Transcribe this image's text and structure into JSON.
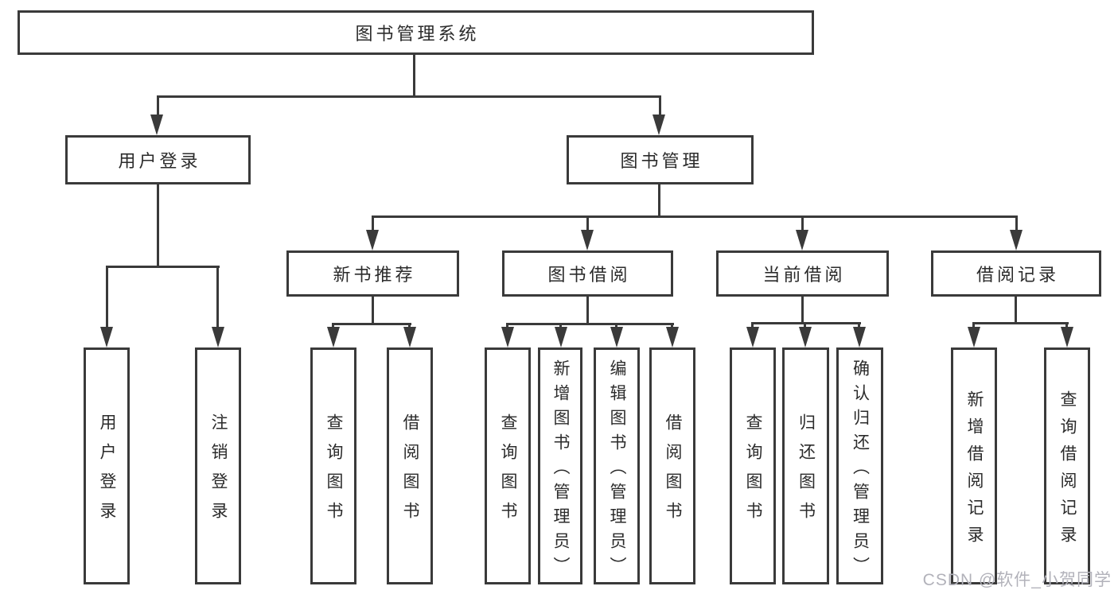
{
  "diagram": {
    "root": {
      "label": "图书管理系统"
    },
    "level2": [
      {
        "label": "用户登录"
      },
      {
        "label": "图书管理"
      }
    ],
    "level3": [
      {
        "label": "新书推荐"
      },
      {
        "label": "图书借阅"
      },
      {
        "label": "当前借阅"
      },
      {
        "label": "借阅记录"
      }
    ],
    "leaves": {
      "user_login": [
        {
          "label": "用户登录"
        },
        {
          "label": "注销登录"
        }
      ],
      "new_book": [
        {
          "label": "查询图书"
        },
        {
          "label": "借阅图书"
        }
      ],
      "book_borrow": [
        {
          "label": "查询图书"
        },
        {
          "label": "新增图书（管理员）"
        },
        {
          "label": "编辑图书（管理员）"
        },
        {
          "label": "借阅图书"
        }
      ],
      "current_borrow": [
        {
          "label": "查询图书"
        },
        {
          "label": "归还图书"
        },
        {
          "label": "确认归还（管理员）"
        }
      ],
      "borrow_records": [
        {
          "label": "新增借阅记录"
        },
        {
          "label": "查询借阅记录"
        }
      ]
    }
  },
  "watermark": "CSDN @软件_小贺同学",
  "colors": {
    "line": "#3a3a3a",
    "text": "#2b2b2b",
    "watermark": "#b2b2ba",
    "background": "#ffffff"
  }
}
